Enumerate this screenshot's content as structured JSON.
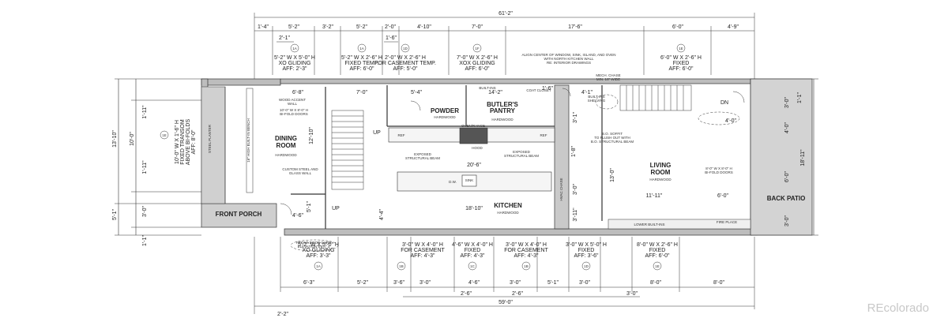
{
  "dims": {
    "overall_top": "61'-2\"",
    "overall_bottom": "59'-0\"",
    "top_row": [
      "1'-4\"",
      "5'-2\"",
      "3'-2\"",
      "5'-2\"",
      "2'-0\"",
      "4'-10\"",
      "7'-0\"",
      "17'-6\"",
      "6'-0\"",
      "4'-9\""
    ],
    "top_sub": [
      "2'-1\"",
      "1'-6\""
    ],
    "bottom_row": [
      "6'-3\"",
      "5'-2\"",
      "3'-6\"",
      "3'-0\"",
      "4'-6\"",
      "3'-0\"",
      "5'-1\"",
      "3'-0\"",
      "8'-0\"",
      "8'-0\""
    ],
    "bottom_sub": [
      "2'-6\"",
      "2'-6\"",
      "3'-0\""
    ],
    "bottom_corner": "2'-2\"",
    "left_overall": "13'-10\"",
    "left_a": "1'-11\"",
    "left_b": "10'-0\"",
    "left_c": "1'-11\"",
    "left_d": "3'-0\"",
    "left_e": "5'-1\"",
    "left_f": "1'-1\"",
    "right_overall": "18'-11\"",
    "right_a": "1'-1\"",
    "right_b": "3'-0\"",
    "right_c": "4'-0\"",
    "right_d": "6'-0\"",
    "right_e": "3'-0\"",
    "interior": {
      "d_6_8": "6'-8\"",
      "d_7_0": "7'-0\"",
      "d_5_4": "5'-4\"",
      "d_14_2": "14'-2\"",
      "d_1_6": "1'-6\"",
      "d_4_1": "4'-1\"",
      "d_12_10": "12'-10\"",
      "d_4_6": "4'-6\"",
      "d_5_1": "5'-1\"",
      "d_4_4": "4'-4\"",
      "d_20_6": "20'-6\"",
      "d_18_10": "18'-10\"",
      "d_11_11": "11'-11\"",
      "d_6_0": "6'-0\"",
      "d_13_0": "13'-0\"",
      "d_3_1": "3'-1\"",
      "d_3_0": "3'-0\"",
      "d_3_11": "3'-11\"",
      "d_1_8": "1'-8\"",
      "d_4_0": "4'-0\""
    }
  },
  "rooms": {
    "dining": [
      "DINING",
      "ROOM"
    ],
    "living": [
      "LIVING",
      "ROOM"
    ],
    "kitchen": "KITCHEN",
    "powder": "POWDER",
    "butlers": [
      "BUTLER'S",
      "PANTRY"
    ],
    "front_porch": "FRONT PORCH",
    "back_patio": "BACK PATIO",
    "hardwood": "HARDWOOD"
  },
  "windows_top": [
    {
      "tag": "1A",
      "lines": [
        "5'-2\" W X 5'-0\" H",
        "XO GLIDING",
        "AFF: 2'-3\""
      ]
    },
    {
      "tag": "1A",
      "lines": [
        "5'-2\" W X 2'-6\" H",
        "FIXED TEMP.",
        "AFF: 6'-0\""
      ]
    },
    {
      "tag": "1D",
      "lines": [
        "2'-0\" W X 2'-6\" H",
        "FOR CASEMENT TEMP.",
        "AFF: 5'-0\""
      ]
    },
    {
      "tag": "1F",
      "lines": [
        "7'-0\" W X 2'-6\" H",
        "XOX GLIDING",
        "AFF: 6'-0\""
      ]
    },
    {
      "tag": "1E",
      "lines": [
        "6'-0\" W X 2'-6\" H",
        "FIXED",
        "AFF: 6'-0\""
      ]
    }
  ],
  "windows_bottom": [
    {
      "tag": "1A",
      "lines": [
        "5'-2\" W X 5'-0\" H",
        "XO GLIDING",
        "AFF: 3'-3\""
      ]
    },
    {
      "tag": "1B",
      "lines": [
        "3'-0\" W X 4'-0\" H",
        "FOR CASEMENT",
        "AFF: 4'-3\""
      ]
    },
    {
      "tag": "1C",
      "lines": [
        "4'-6\" W X 4'-0\" H",
        "FIXED",
        "AFF: 4'-3\""
      ]
    },
    {
      "tag": "1B",
      "lines": [
        "3'-0\" W X 4'-0\" H",
        "FOR CASEMENT",
        "AFF: 4'-3\""
      ]
    },
    {
      "tag": "1D",
      "lines": [
        "3'-0\" W X 5'-0\" H",
        "FIXED",
        "AFF: 3'-6\""
      ]
    },
    {
      "tag": "1E",
      "lines": [
        "8'-0\" W X 2'-6\" H",
        "FIXED",
        "AFF: 6'-0\""
      ]
    }
  ],
  "left_window": {
    "tag": "1E",
    "lines": [
      "10'-0\" W X 1'-6\" H",
      "FIXED TRANSOM",
      "ABOVE BI-FOLDS",
      "AFF: 8'-0\""
    ]
  },
  "notes": {
    "align": [
      "ALIGN CENTER OF WINDOW, SINK, ISLAND, AND OVEN",
      "WITH NORTH KITCHEN WALL",
      "RE: INTERIOR DRAWINGS"
    ],
    "mech": [
      "MECH. CHASE",
      "MIN. 18\" WIDE"
    ],
    "coat": "COAT CLOSET",
    "built_ins": "BUILT-INS",
    "built_ins_shelving": [
      "BUILT-INS",
      "SHELVING"
    ],
    "wood_accent": [
      "WOOD ACCENT",
      "WALL"
    ],
    "bifold_left": [
      "10'-0\" W X 8'-0\" H",
      "BI-FOLD DOORS"
    ],
    "bifold_right": [
      "8'-0\" W X 8'-0\" H",
      "BI-FOLD DOORS"
    ],
    "bench": "16\" HIGH BUILT-IN BENCH",
    "steel_planter": "STEEL PLANTER",
    "custom_steel": [
      "CUSTOM STEEL AND",
      "GLASS WALL"
    ],
    "beam_left": [
      "EXPOSED",
      "STRUCTURAL BEAM"
    ],
    "beam_right": [
      "EXPOSED",
      "STRUCTURAL BEAM"
    ],
    "soffit": [
      "B.O. SOFFIT",
      "TO FLUSH OUT WITH",
      "B.O. STRUCTURAL BEAM"
    ],
    "oven": "OVEN/RANGE",
    "ref": "REF",
    "dw": "D.W.",
    "sink": "SINK",
    "front_door": [
      "FRONT DOOR CURB",
      "ELEVATION 5'6½\" ±"
    ],
    "lower_built": "LOWER BUILT-INS",
    "fireplace": "FIRE PLACE",
    "hvac": "HVAC CHASE",
    "hood": "HOOD",
    "up": "UP",
    "dn": "DN"
  },
  "watermark": "REcolorado"
}
